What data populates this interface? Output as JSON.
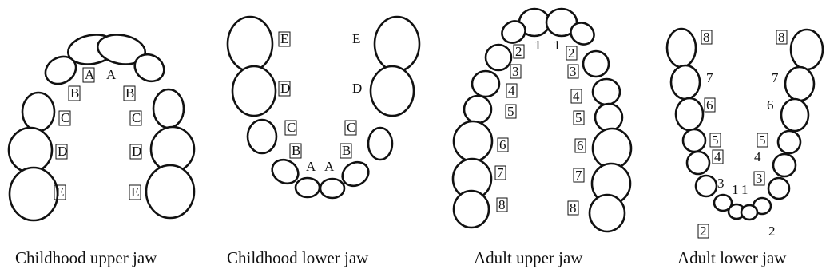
{
  "captions": {
    "child_upper": "Childhood upper jaw",
    "child_lower": "Childhood lower jaw",
    "adult_upper": "Adult upper jaw",
    "adult_lower": "Adult lower jaw"
  },
  "labels": {
    "child_upper": [
      "A",
      "A",
      "B",
      "B",
      "C",
      "C",
      "D",
      "D",
      "E",
      "E"
    ],
    "child_lower": [
      "E",
      "E",
      "D",
      "D",
      "C",
      "C",
      "B",
      "B",
      "A",
      "A"
    ],
    "adult_upper": [
      "1",
      "1",
      "2",
      "2",
      "3",
      "3",
      "4",
      "4",
      "5",
      "5",
      "6",
      "6",
      "7",
      "7",
      "8",
      "8"
    ],
    "adult_lower": [
      "8",
      "8",
      "7",
      "7",
      "6",
      "6",
      "5",
      "5",
      "4",
      "4",
      "3",
      "3",
      "1",
      "1",
      "2",
      "2"
    ]
  }
}
